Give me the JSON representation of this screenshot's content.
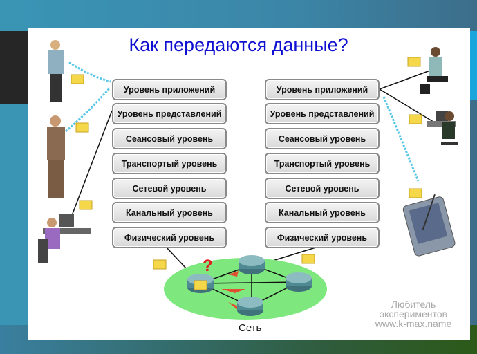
{
  "title": "Как передаются данные?",
  "left_layers": [
    "Уровень приложений",
    "Уровень представлений",
    "Сеансовый уровень",
    "Транспортый уровень",
    "Сетевой уровень",
    "Канальный уровень",
    "Физический уровень"
  ],
  "right_layers": [
    "Уровень приложений",
    "Уровень представлений",
    "Сеансовый уровень",
    "Транспортый уровень",
    "Сетевой уровень",
    "Канальный уровень",
    "Физический уровень"
  ],
  "network_label": "Сеть",
  "watermark": [
    "Любитель",
    "экспериментов",
    "www.k-max.name"
  ],
  "question_mark": "?",
  "colors": {
    "title": "#1010d0",
    "network": "#7ee87e",
    "router": "#4f8a92",
    "envelope": "#f5d84a"
  }
}
